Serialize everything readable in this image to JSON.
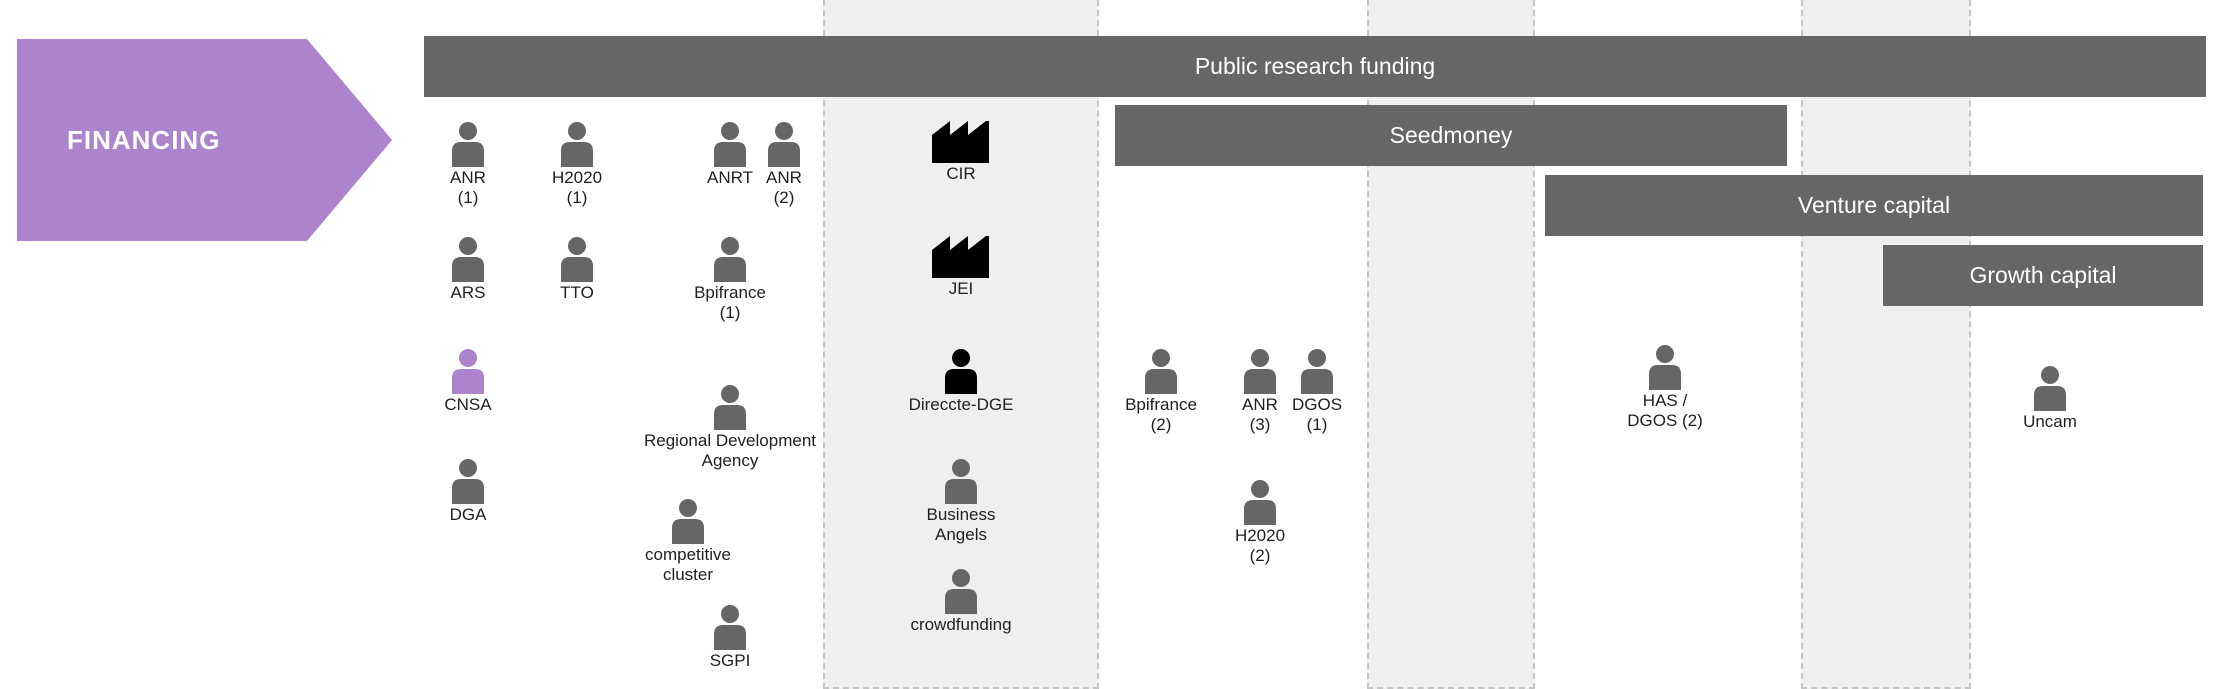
{
  "header": {
    "title": "FINANCING"
  },
  "colors": {
    "accent": "#ac84cd",
    "bar": "#666666",
    "icon": "#666666",
    "highlight_icon": "#ac84cd",
    "black_icon": "#000000"
  },
  "bars": {
    "public_research": "Public research funding",
    "seedmoney": "Seedmoney",
    "venture": "Venture capital",
    "growth": "Growth capital"
  },
  "actors": {
    "anr1": {
      "label": "ANR\n(1)",
      "icon": "person-icon"
    },
    "h2020_1": {
      "label": "H2020\n(1)",
      "icon": "person-icon"
    },
    "anrt": {
      "label": "ANRT",
      "icon": "person-icon"
    },
    "anr2": {
      "label": "ANR\n(2)",
      "icon": "person-icon"
    },
    "cir": {
      "label": "CIR",
      "icon": "factory-icon"
    },
    "ars": {
      "label": "ARS",
      "icon": "person-icon"
    },
    "tto": {
      "label": "TTO",
      "icon": "person-icon"
    },
    "bpifrance1": {
      "label": "Bpifrance\n(1)",
      "icon": "person-icon"
    },
    "jei": {
      "label": "JEI",
      "icon": "factory-icon"
    },
    "cnsa": {
      "label": "CNSA",
      "icon": "person-icon"
    },
    "direccte": {
      "label": "Direccte-DGE",
      "icon": "person-icon"
    },
    "bpifrance2": {
      "label": "Bpifrance\n(2)",
      "icon": "person-icon"
    },
    "anr3": {
      "label": "ANR\n(3)",
      "icon": "person-icon"
    },
    "dgos1": {
      "label": "DGOS\n(1)",
      "icon": "person-icon"
    },
    "has_dgos2": {
      "label": "HAS /\nDGOS (2)",
      "icon": "person-icon"
    },
    "uncam": {
      "label": "Uncam",
      "icon": "person-icon"
    },
    "regional": {
      "label": "Regional Development\nAgency",
      "icon": "person-icon"
    },
    "dga": {
      "label": "DGA",
      "icon": "person-icon"
    },
    "business_angels": {
      "label": "Business\nAngels",
      "icon": "person-icon"
    },
    "h2020_2": {
      "label": "H2020\n(2)",
      "icon": "person-icon"
    },
    "competitive": {
      "label": "competitive\ncluster",
      "icon": "person-icon"
    },
    "crowdfunding": {
      "label": "crowdfunding",
      "icon": "person-icon"
    },
    "sgpi": {
      "label": "SGPI",
      "icon": "person-icon"
    }
  }
}
